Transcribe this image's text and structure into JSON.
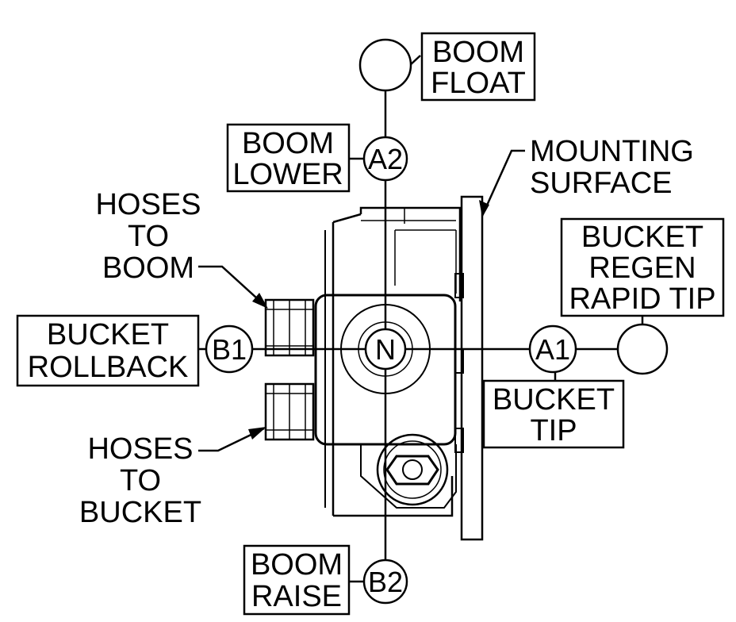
{
  "labels": {
    "boom_float": [
      "BOOM",
      "FLOAT"
    ],
    "boom_lower": [
      "BOOM",
      "LOWER"
    ],
    "mounting_surface": [
      "MOUNTING",
      "SURFACE"
    ],
    "hoses_to_boom": [
      "HOSES",
      "TO",
      "BOOM"
    ],
    "bucket_regen_rapid_tip": [
      "BUCKET",
      "REGEN",
      "RAPID TIP"
    ],
    "bucket_rollback": [
      "BUCKET",
      "ROLLBACK"
    ],
    "bucket_tip": [
      "BUCKET",
      "TIP"
    ],
    "hoses_to_bucket": [
      "HOSES",
      "TO",
      "BUCKET"
    ],
    "boom_raise": [
      "BOOM",
      "RAISE"
    ]
  },
  "positions": {
    "a2": "A2",
    "n": "N",
    "b1": "B1",
    "a1": "A1",
    "b2": "B2"
  },
  "colors": {
    "line": "#000000",
    "background": "#ffffff"
  }
}
